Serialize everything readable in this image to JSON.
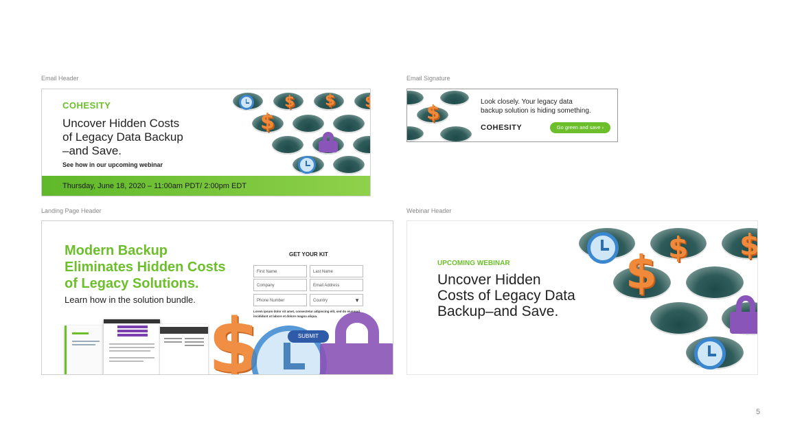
{
  "labels": {
    "email_header": "Email Header",
    "email_signature": "Email Signature",
    "landing_page_header": "Landing Page Header",
    "webinar_header": "Webinar  Header"
  },
  "email_header": {
    "brand": "COHESITY",
    "headline_line1": "Uncover Hidden Costs",
    "headline_line2": "of Legacy Data Backup",
    "headline_line3": "–and Save.",
    "subline": "See how in our upcoming webinar",
    "date_bar": "Thursday, June 18, 2020 – 11:00am PDT/ 2:00pm EDT"
  },
  "email_signature": {
    "line1": "Look closely. Your legacy data",
    "line2": "backup solution is hiding something.",
    "brand": "COHESITY",
    "cta": "Go green and save ›"
  },
  "landing_page": {
    "headline_line1": "Modern Backup",
    "headline_line2": "Eliminates Hidden Costs",
    "headline_line3": "of Legacy Solutions.",
    "subline": "Learn how in the solution bundle.",
    "form": {
      "title": "GET YOUR KIT",
      "first_name": "First Name",
      "last_name": "Last Name",
      "company": "Company",
      "email": "Email Address",
      "phone": "Phone Number",
      "country": "Country",
      "fine_print": "Lorem ipsum dolor sit amet, consectetur adipiscing elit, sed do eiusmod incididunt ut labore et dolore magna aliqua.",
      "submit": "SUBMIT"
    }
  },
  "webinar": {
    "tag": "UPCOMING WEBINAR",
    "headline_line1": "Uncover Hidden",
    "headline_line2": "Costs of Legacy Data",
    "headline_line3": "Backup–and Save."
  },
  "page_number": "5",
  "colors": {
    "brand_green": "#6cbf2a",
    "cta_green": "#6cbf2a",
    "submit_blue": "#2f5aa8",
    "dollar_orange": "#f08a3a",
    "lock_purple": "#8a55b8",
    "clock_blue": "#3a87d0"
  }
}
